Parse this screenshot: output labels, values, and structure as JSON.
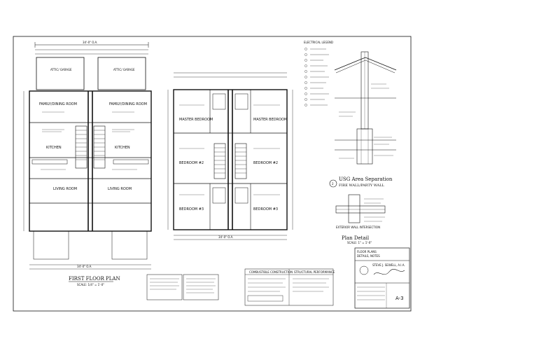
{
  "sheet": {
    "left_plan": {
      "title": "FIRST FLOOR PLAN",
      "scale": "SCALE: 1/4\" = 1'-0\"",
      "top_dim": "34'-0\" O.A.",
      "bottom_dim": "34'-0\" O.A.",
      "room_labels": [
        "FAMILY/DINING ROOM",
        "FAMILY/DINING ROOM",
        "KITCHEN",
        "KITCHEN",
        "LIVING ROOM",
        "LIVING ROOM"
      ],
      "garage_labels": [
        "ATTIC/ GARAGE",
        "ATTIC/ GARAGE"
      ]
    },
    "middle_plan": {
      "room_labels": [
        "MASTER BEDROOM",
        "MASTER BEDROOM",
        "BEDROOM #2",
        "BEDROOM #2",
        "BEDROOM #3",
        "BEDROOM #3"
      ],
      "bottom_dim": "34'-0\" O.A."
    },
    "legend": {
      "title": "ELECTRICAL LEGEND"
    },
    "detail": {
      "title_line1": "USG Area Separation",
      "title_line2": "FIRE WALL/PARTY WALL",
      "plan_detail": "Plan Detail",
      "plan_scale": "SCALE: 1\" = 1'-0\"",
      "section_label": "EXTERIOR WALL INTERSECTION",
      "circle_mark": "2"
    },
    "title_block": {
      "sheet_title_1": "FLOOR PLANS",
      "sheet_title_2": "DETAILS, NOTES",
      "architect": "STEVE J. SEWELL, A.I.A.",
      "sheet_number": "A-3"
    },
    "notes_table": {
      "header_1": "COMBUSTIBLE CONSTRUCTION",
      "header_2": "STRUCTURAL PERFORMANCE"
    }
  }
}
